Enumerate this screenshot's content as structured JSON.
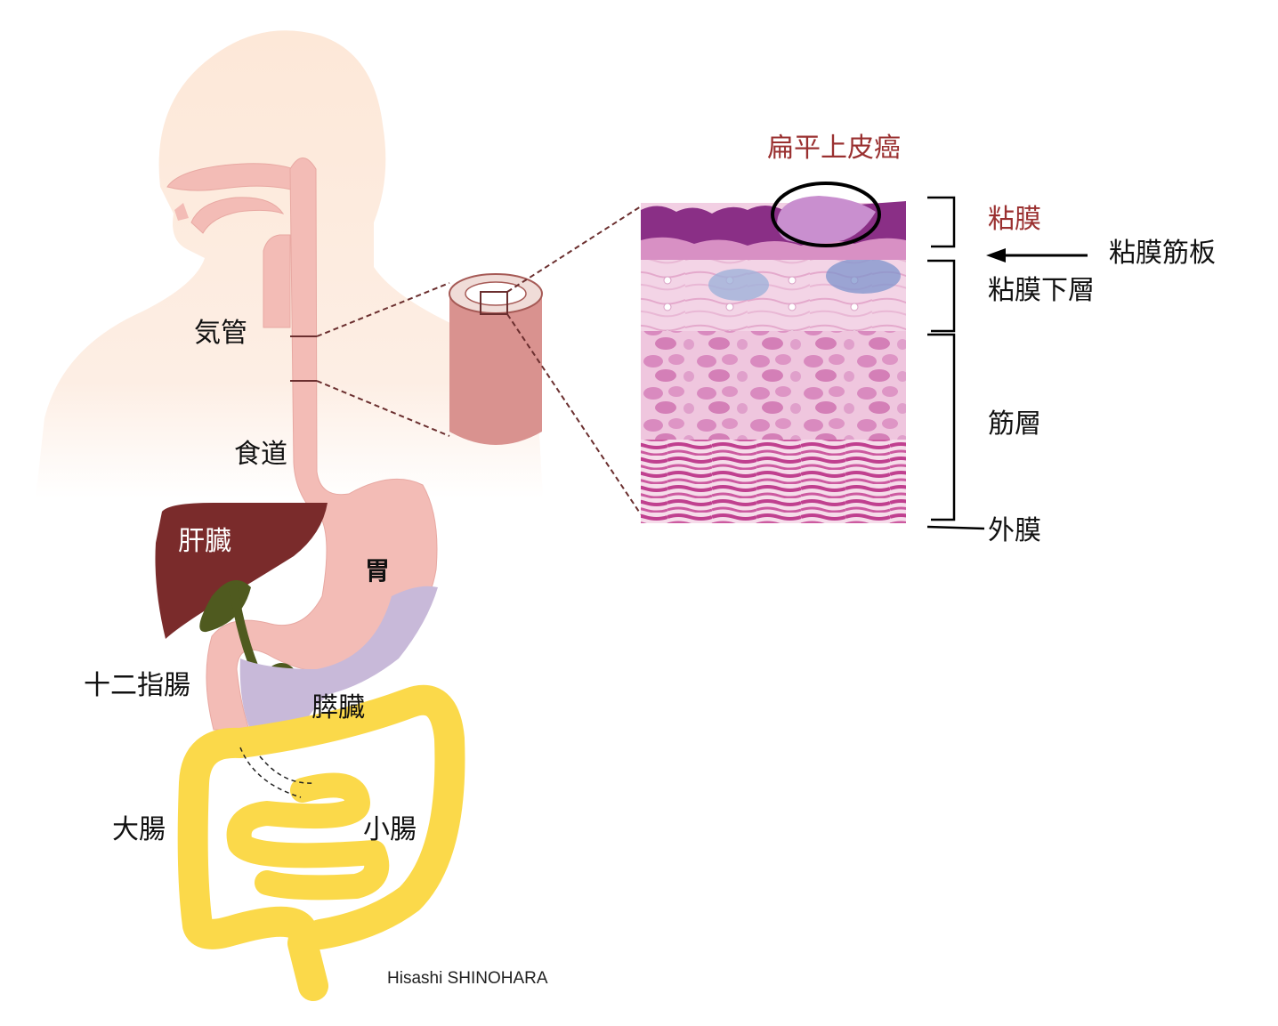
{
  "labels": {
    "trachea": "気管",
    "esophagus": "食道",
    "liver": "肝臓",
    "stomach": "胃",
    "duodenum": "十二指腸",
    "pancreas": "膵臓",
    "large_intestine": "大腸",
    "small_intestine": "小腸"
  },
  "histology": {
    "tumor_label": "扁平上皮癌",
    "mucosa": "粘膜",
    "muscularis_mucosae": "粘膜筋板",
    "submucosa": "粘膜下層",
    "muscle_layer": "筋層",
    "adventitia": "外膜"
  },
  "credit": "Hisashi SHINOHARA",
  "colors": {
    "body_silhouette": "#fce6d6",
    "esophagus_stomach": "#f3bcb6",
    "liver": "#7a2b2b",
    "gallbladder_ducts": "#4f5a1f",
    "pancreas": "#c8b9d9",
    "intestine": "#fbd94a",
    "tube": "#d9928f",
    "guide_line": "#6b2f2f",
    "tumor_text": "#9a3030"
  }
}
